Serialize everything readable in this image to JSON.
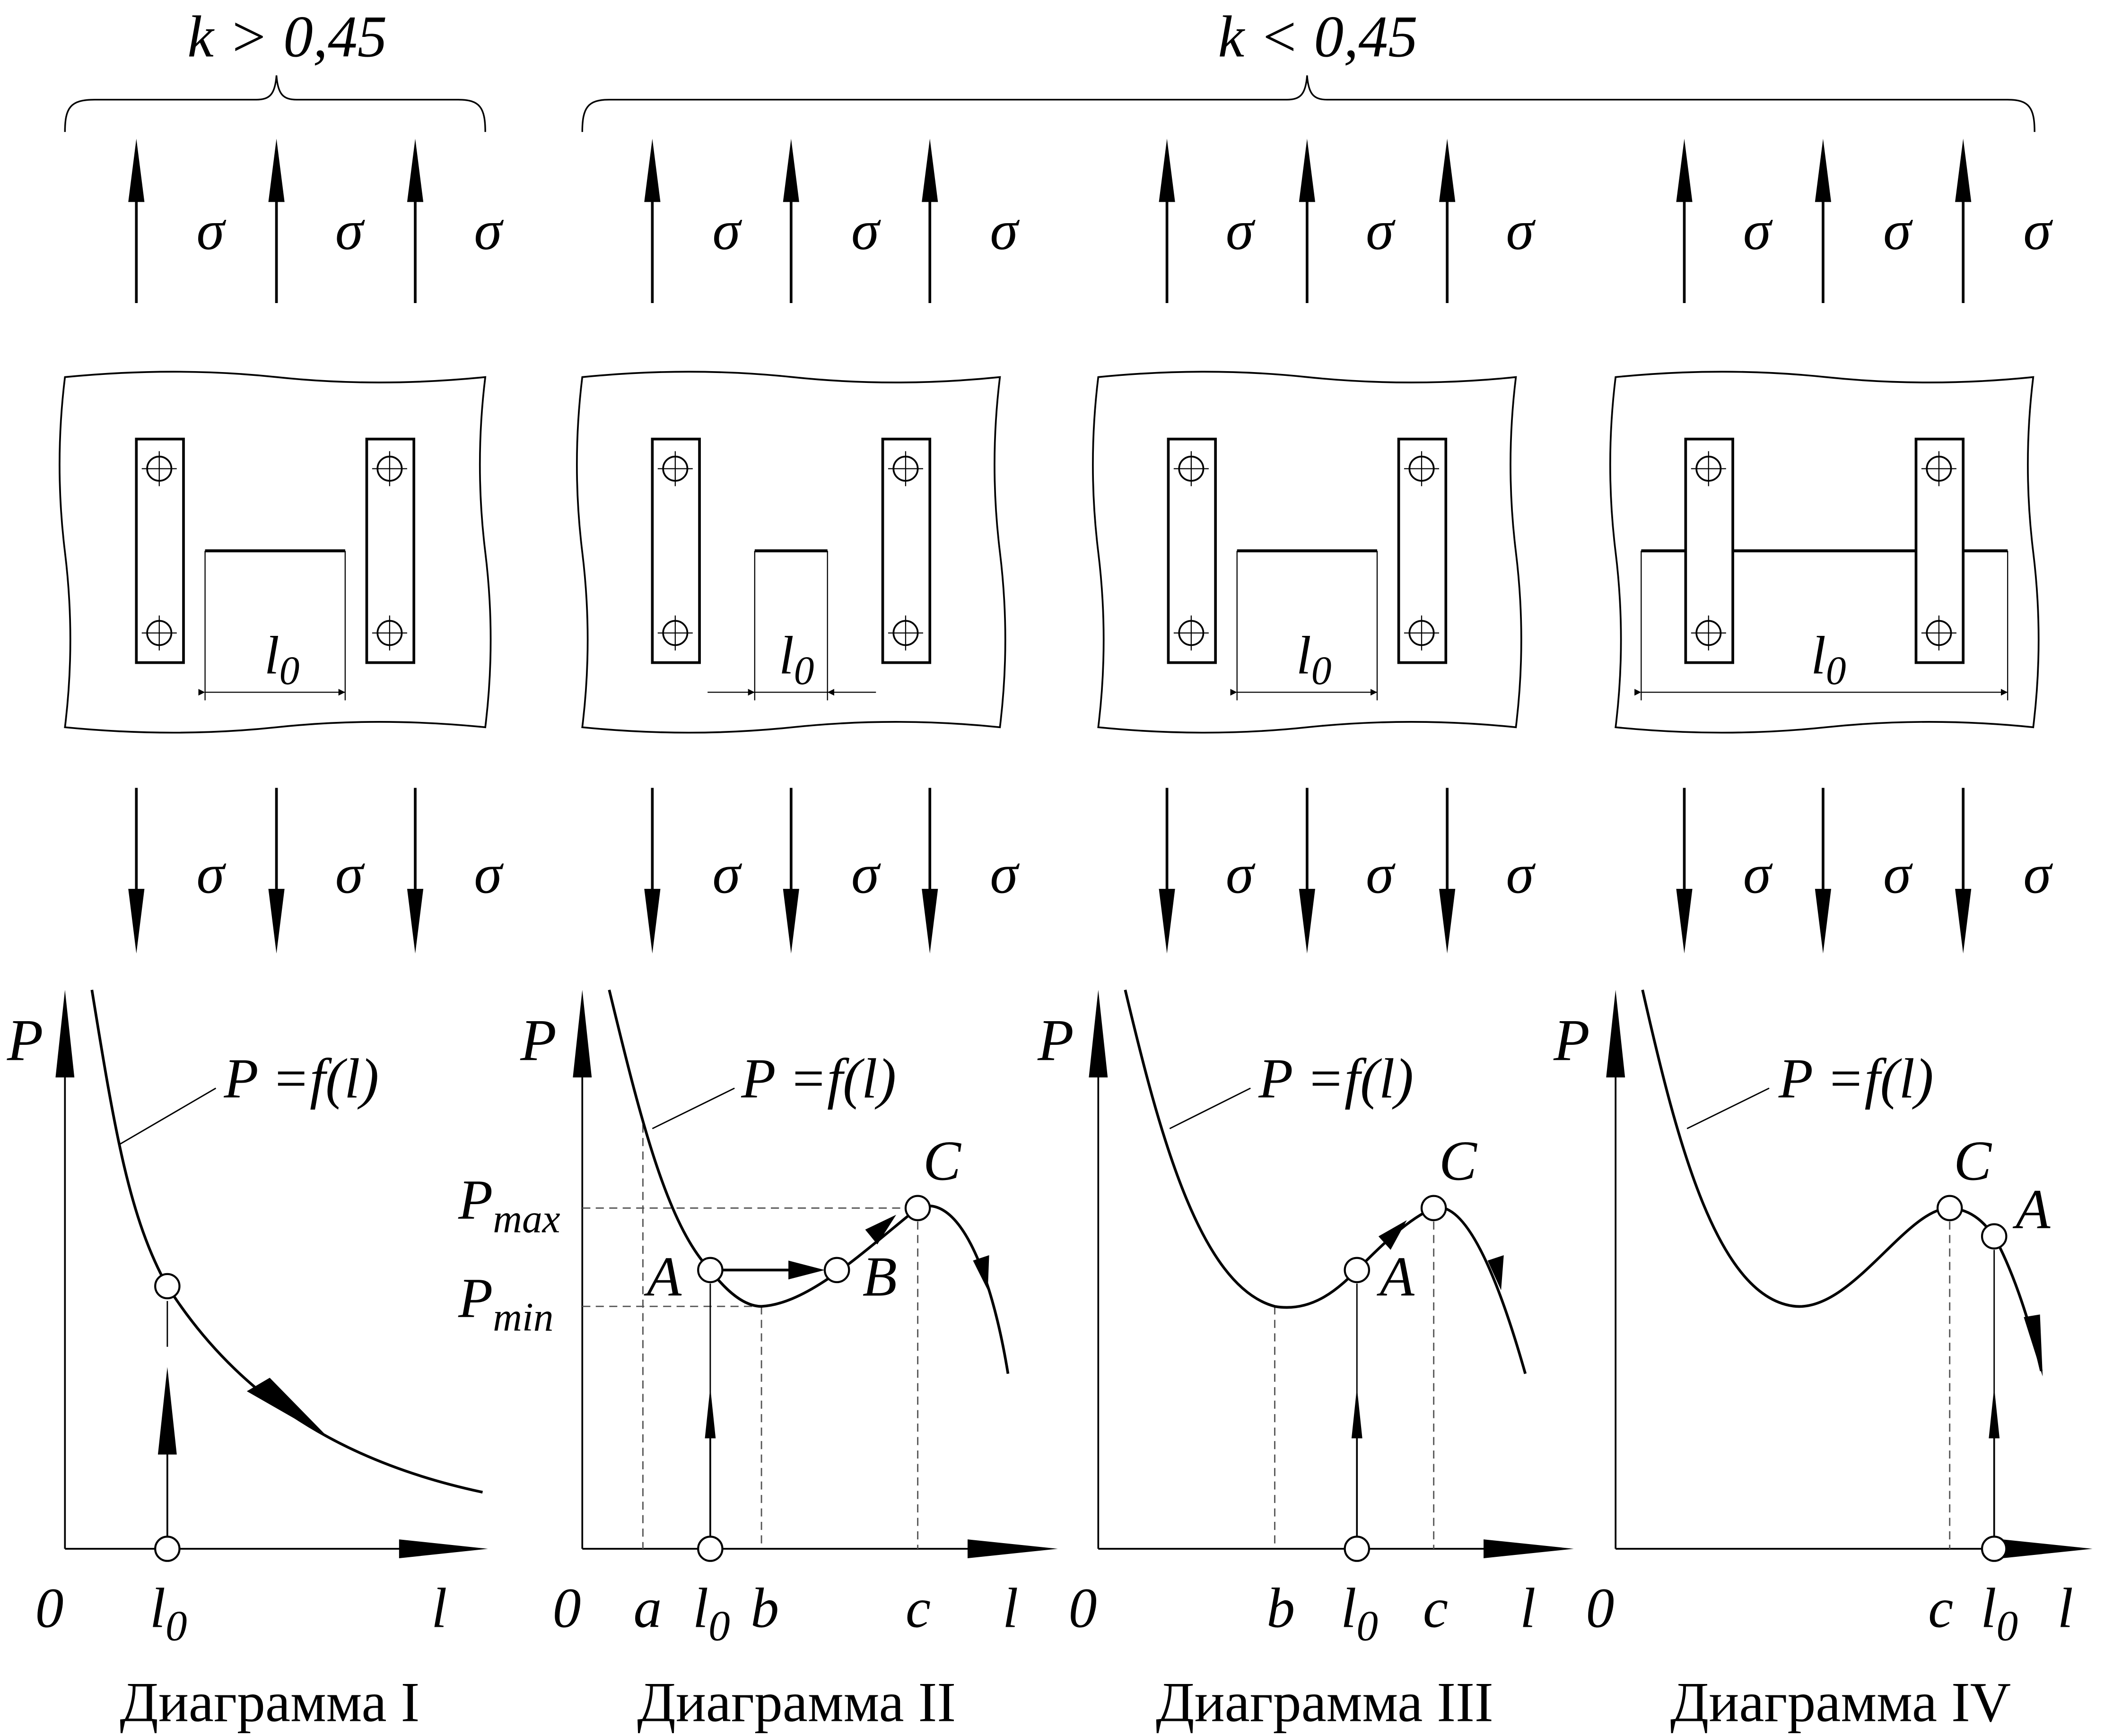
{
  "header": {
    "left_condition": "k > 0,45",
    "right_condition": "k < 0,45"
  },
  "labels": {
    "sigma": "σ",
    "P": "P",
    "l": "l",
    "zero": "0",
    "l0_base": "l",
    "l0_sub": "0",
    "curve": "P =f(l)",
    "a": "a",
    "b": "b",
    "c": "c",
    "A": "A",
    "B": "B",
    "C": "C",
    "P_base": "P",
    "max_sub": "max",
    "min_sub": "min"
  },
  "panels": [
    {
      "id": "I",
      "caption": "Диаграмма I"
    },
    {
      "id": "II",
      "caption": "Диаграмма II"
    },
    {
      "id": "III",
      "caption": "Диаграмма III"
    },
    {
      "id": "IV",
      "caption": "Диаграмма IV"
    }
  ],
  "colors": {
    "ink": "#000000",
    "background": "#ffffff"
  }
}
